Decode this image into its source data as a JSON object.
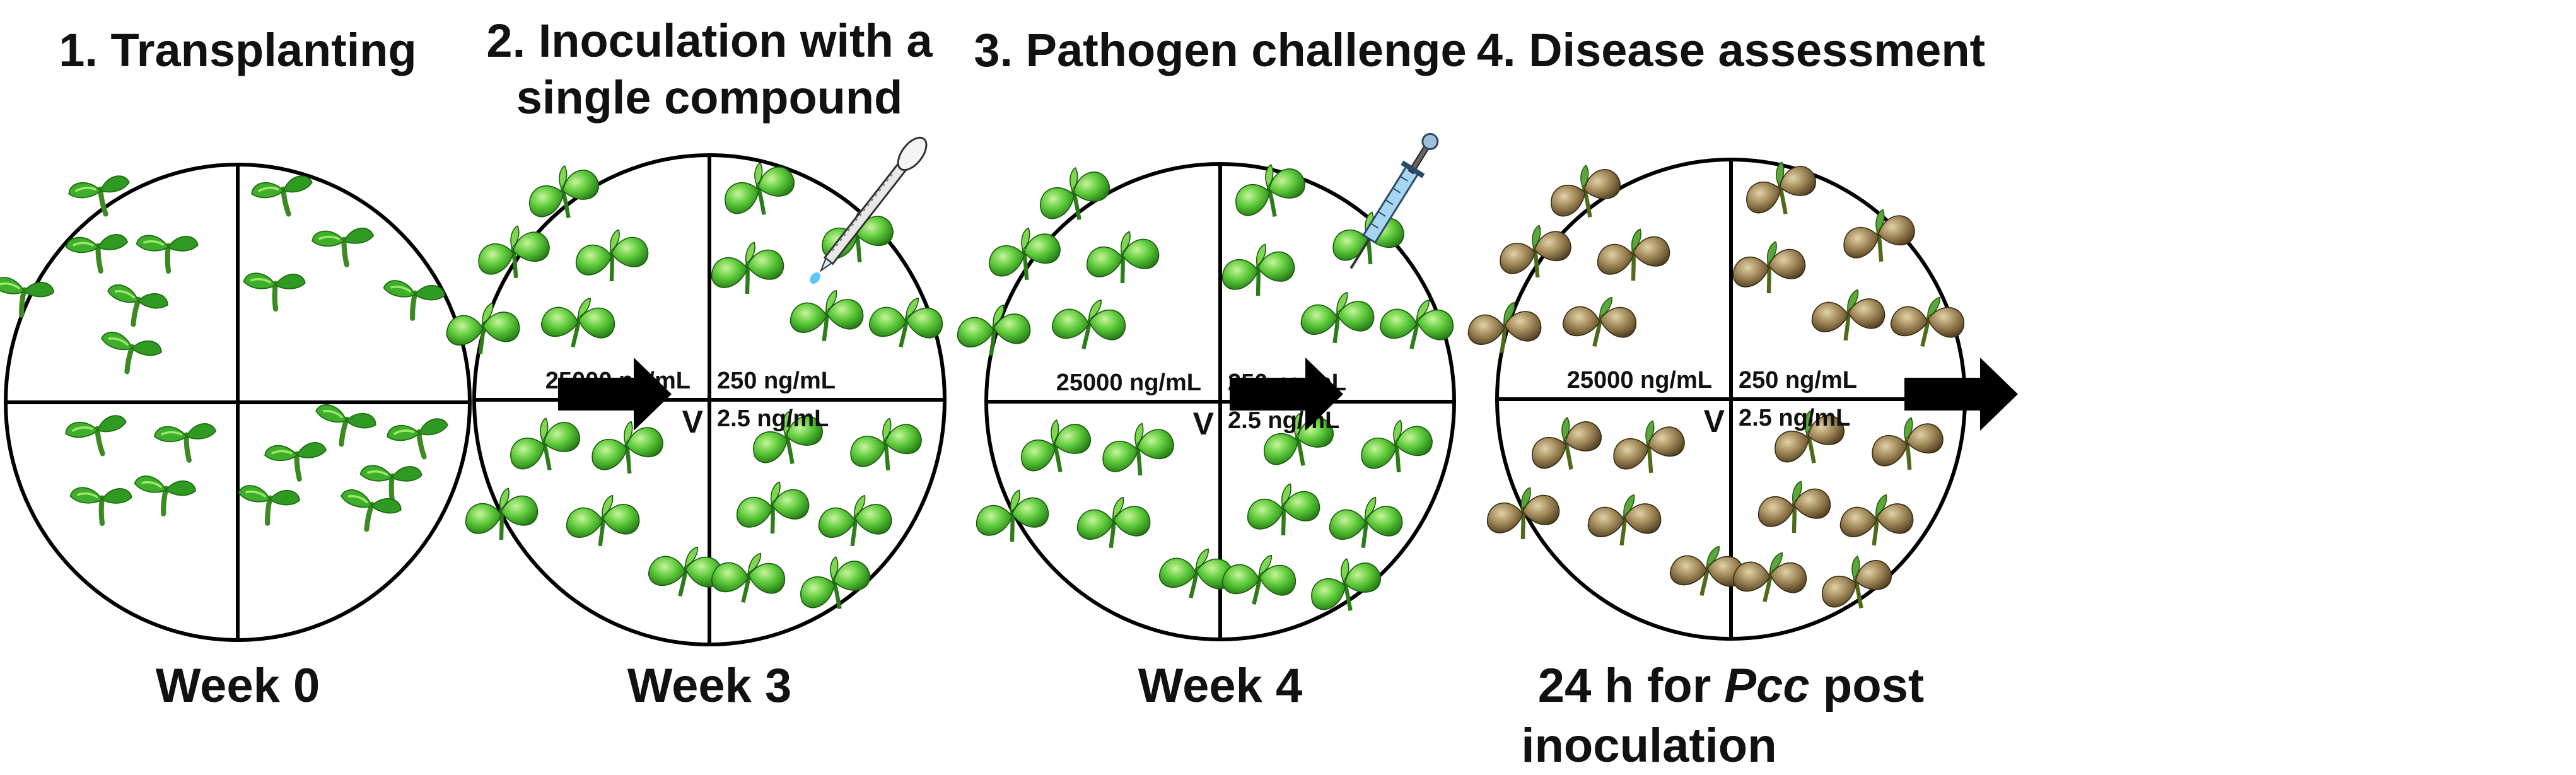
{
  "colors": {
    "leaf_healthy": "#3fae2a",
    "leaf_healthy_light": "#8ee85a",
    "leaf_diseased": "#7a6a3e",
    "leaf_diseased_light": "#b8a374",
    "outline": "#000000",
    "arrow": "#000000"
  },
  "steps": [
    {
      "title_lines": [
        "1. Transplanting"
      ],
      "time_html": "Week 0",
      "plant_state": "seedling",
      "quadrant_labels": null,
      "tool": null
    },
    {
      "title_lines": [
        "2. Inoculation with a",
        "single compound"
      ],
      "time_html": "Week 3",
      "plant_state": "healthy",
      "quadrant_labels": {
        "top_left": "25000 ng/mL",
        "top_right": "250 ng/mL",
        "bottom_left": "V",
        "bottom_right": "2.5 ng/mL"
      },
      "tool": "dropper-icon"
    },
    {
      "title_lines": [
        "3. Pathogen challenge"
      ],
      "time_html": "Week 4",
      "plant_state": "healthy",
      "quadrant_labels": {
        "top_left": "25000 ng/mL",
        "top_right": "250 ng/mL",
        "bottom_left": "V",
        "bottom_right": "2.5 ng/mL"
      },
      "tool": "syringe-icon"
    },
    {
      "title_lines": [
        "4. Disease assessment"
      ],
      "time_lines": [
        "24 h for ",
        "Pcc",
        " post",
        "inoculation"
      ],
      "plant_state": "diseased",
      "quadrant_labels": {
        "top_left": "25000 ng/mL",
        "top_right": "250 ng/mL",
        "bottom_left": "V",
        "bottom_right": "2.5 ng/mL"
      },
      "tool": null
    }
  ]
}
